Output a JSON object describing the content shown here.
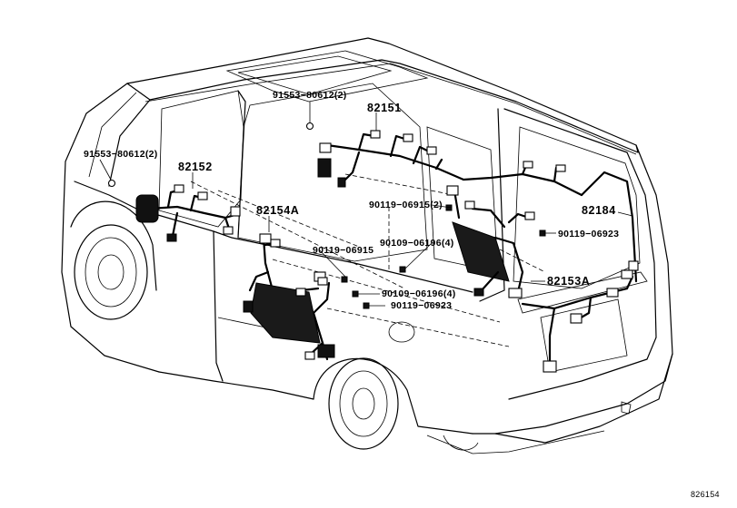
{
  "labels": {
    "bolt_91553_roof": "91553−80612(2)",
    "bolt_91553_front": "91553−80612(2)",
    "harness_82151": "82151",
    "harness_82152": "82152",
    "harness_82154a": "82154A",
    "harness_82184": "82184",
    "harness_82153a": "82153A",
    "clip_90119_06915_2": "90119−06915(2)",
    "clip_90109_06196_4_upper": "90109−06196(4)",
    "clip_90119_06923_right": "90119−06923",
    "clip_90119_06915": "90119−06915",
    "clip_90109_06196_4_lower": "90109−06196(4)",
    "clip_90119_06923_lower": "90119−06923",
    "diagram_ref": "826154"
  }
}
